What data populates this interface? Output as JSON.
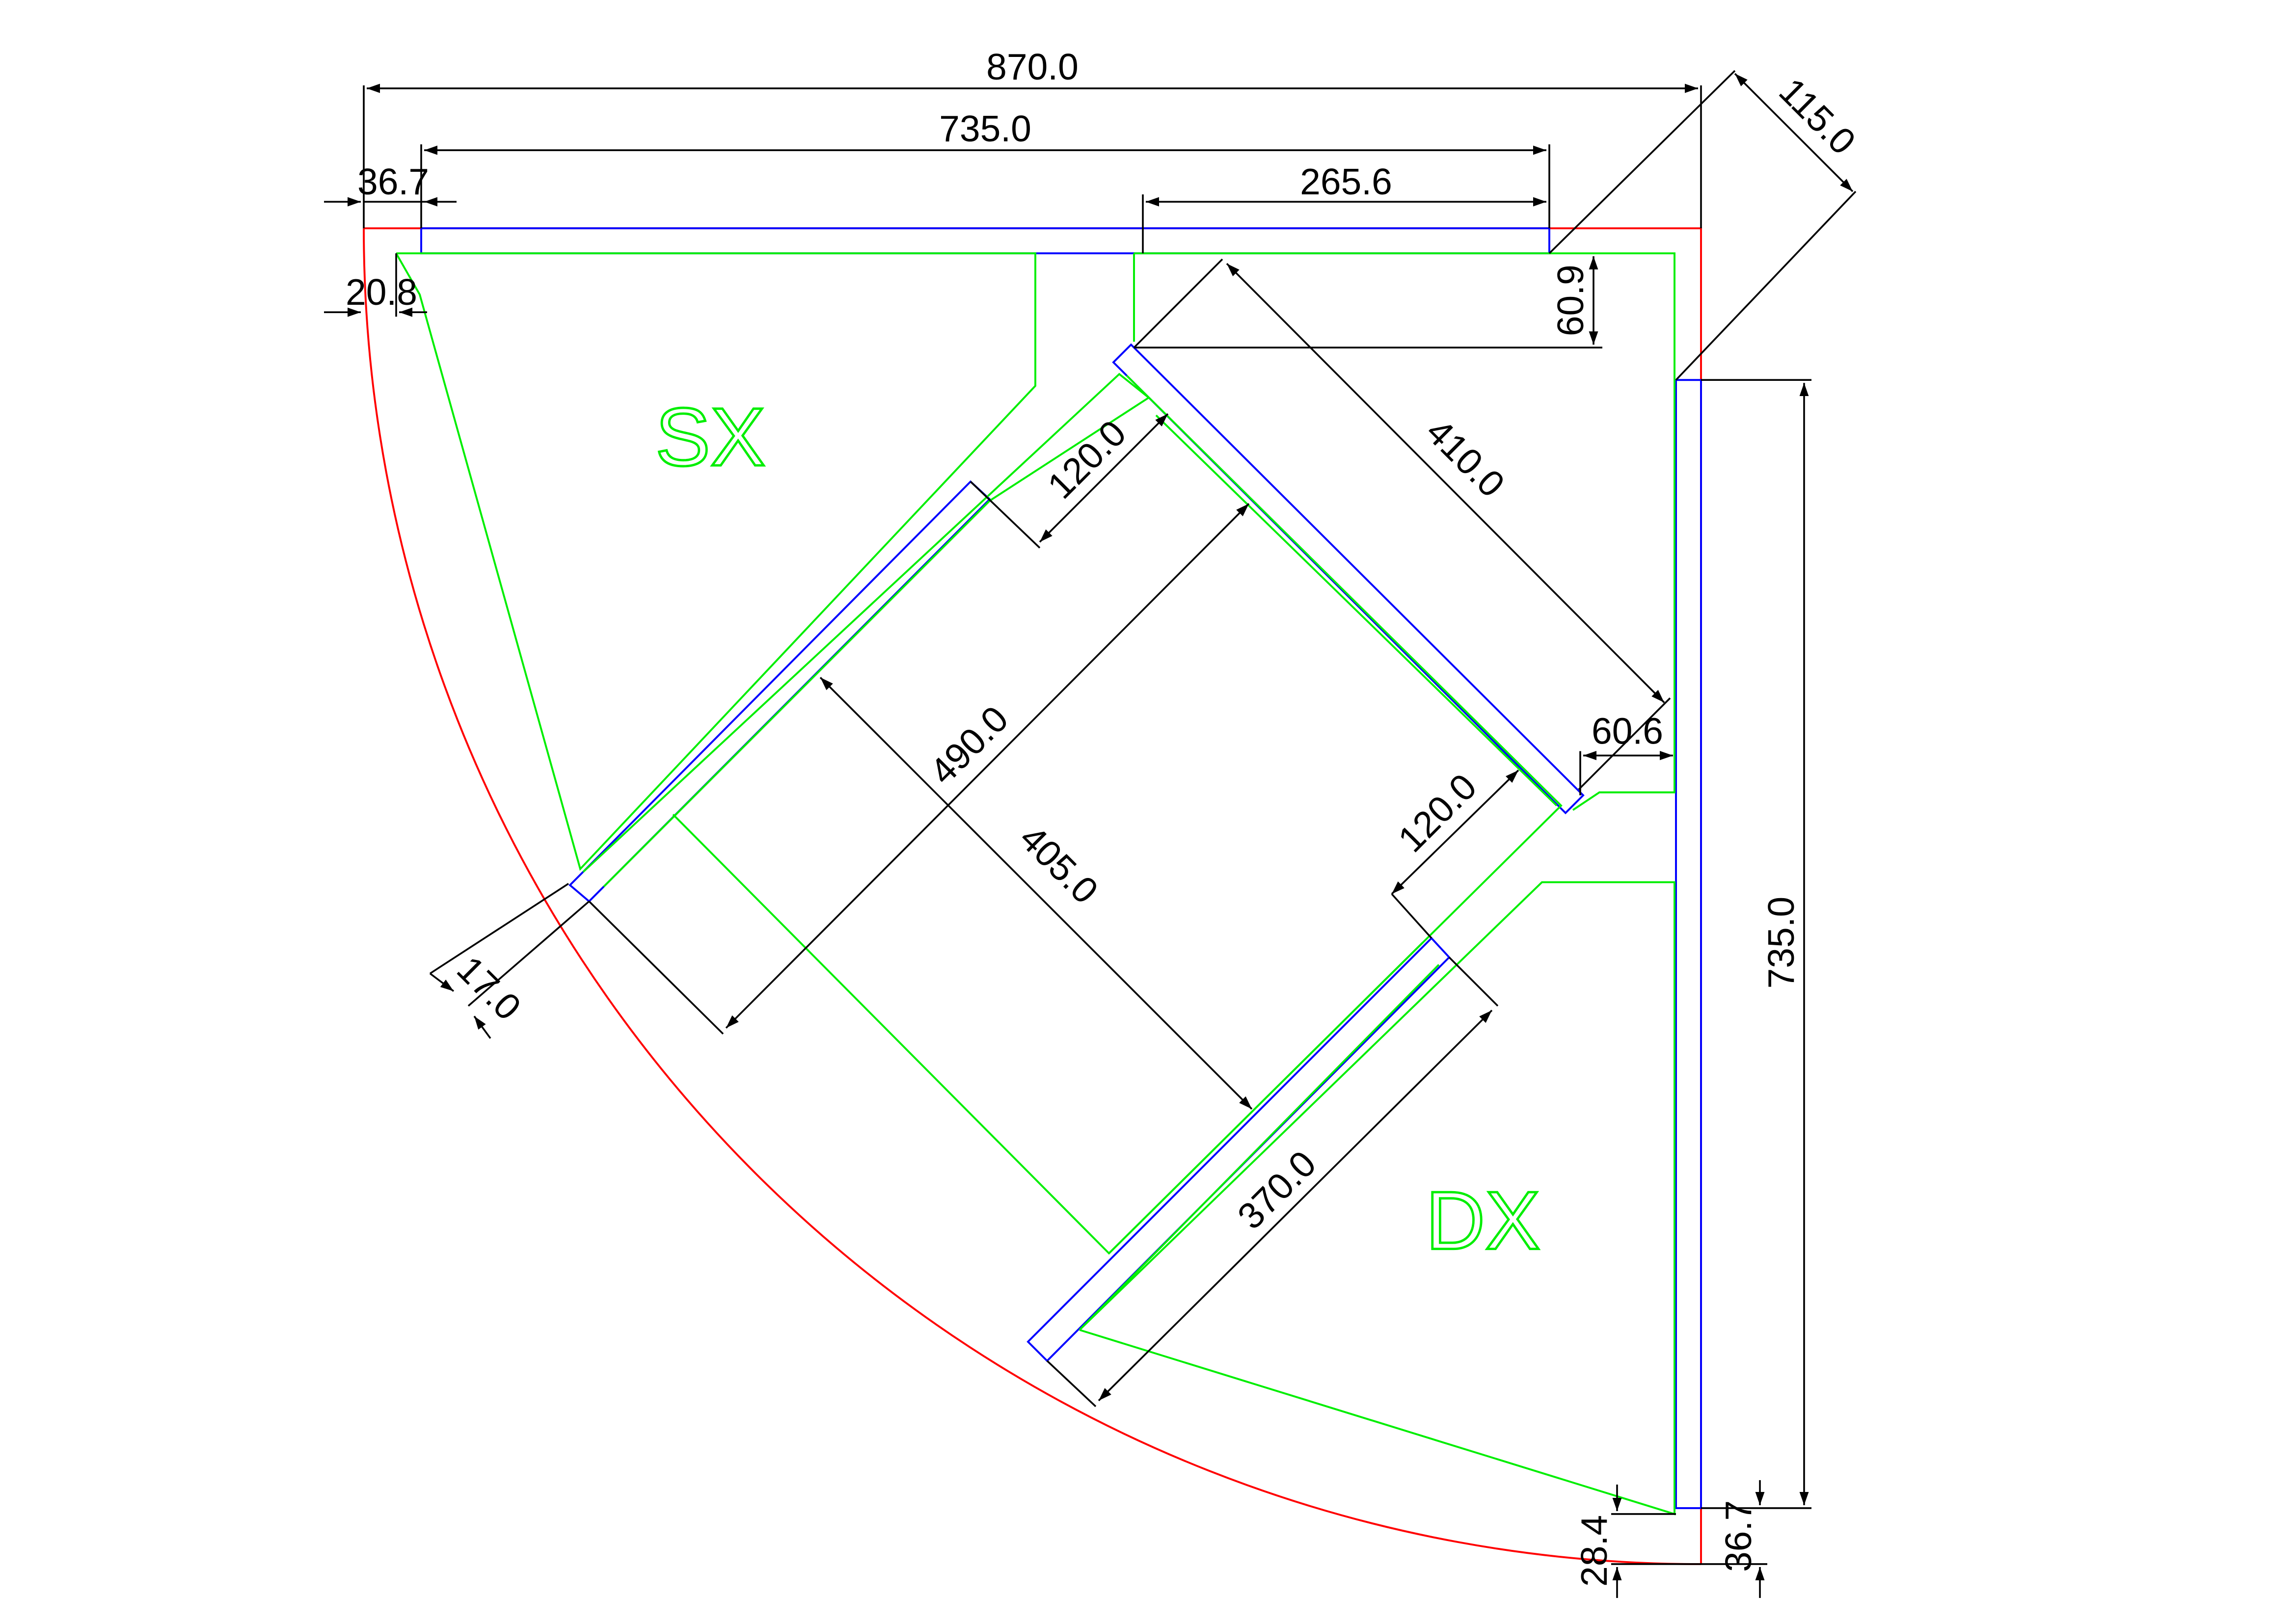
{
  "colors": {
    "outline": "#ff0000",
    "green_zones": "#00ee00",
    "blue_panels": "#0000ff",
    "dimensions": "#000000",
    "background": "#ffffff"
  },
  "labels": {
    "sx": "SX",
    "dx": "DX"
  },
  "dimensions": {
    "overall_width": "870.0",
    "panel_length_top": "735.0",
    "top_right_segment": "265.6",
    "left_offset": "36.7",
    "left_gap": "20.8",
    "corner_diagonal": "115.0",
    "top_depth": "60.9",
    "diag_length_upper": "410.0",
    "upper_offset": "120.0",
    "right_offset": "60.6",
    "center_width": "490.0",
    "center_length": "405.0",
    "lower_offset": "120.0",
    "lower_diag_length": "370.0",
    "left_diag_gap": "17.0",
    "panel_length_right": "735.0",
    "bottom_gap": "28.4",
    "bottom_offset": "36.7"
  }
}
